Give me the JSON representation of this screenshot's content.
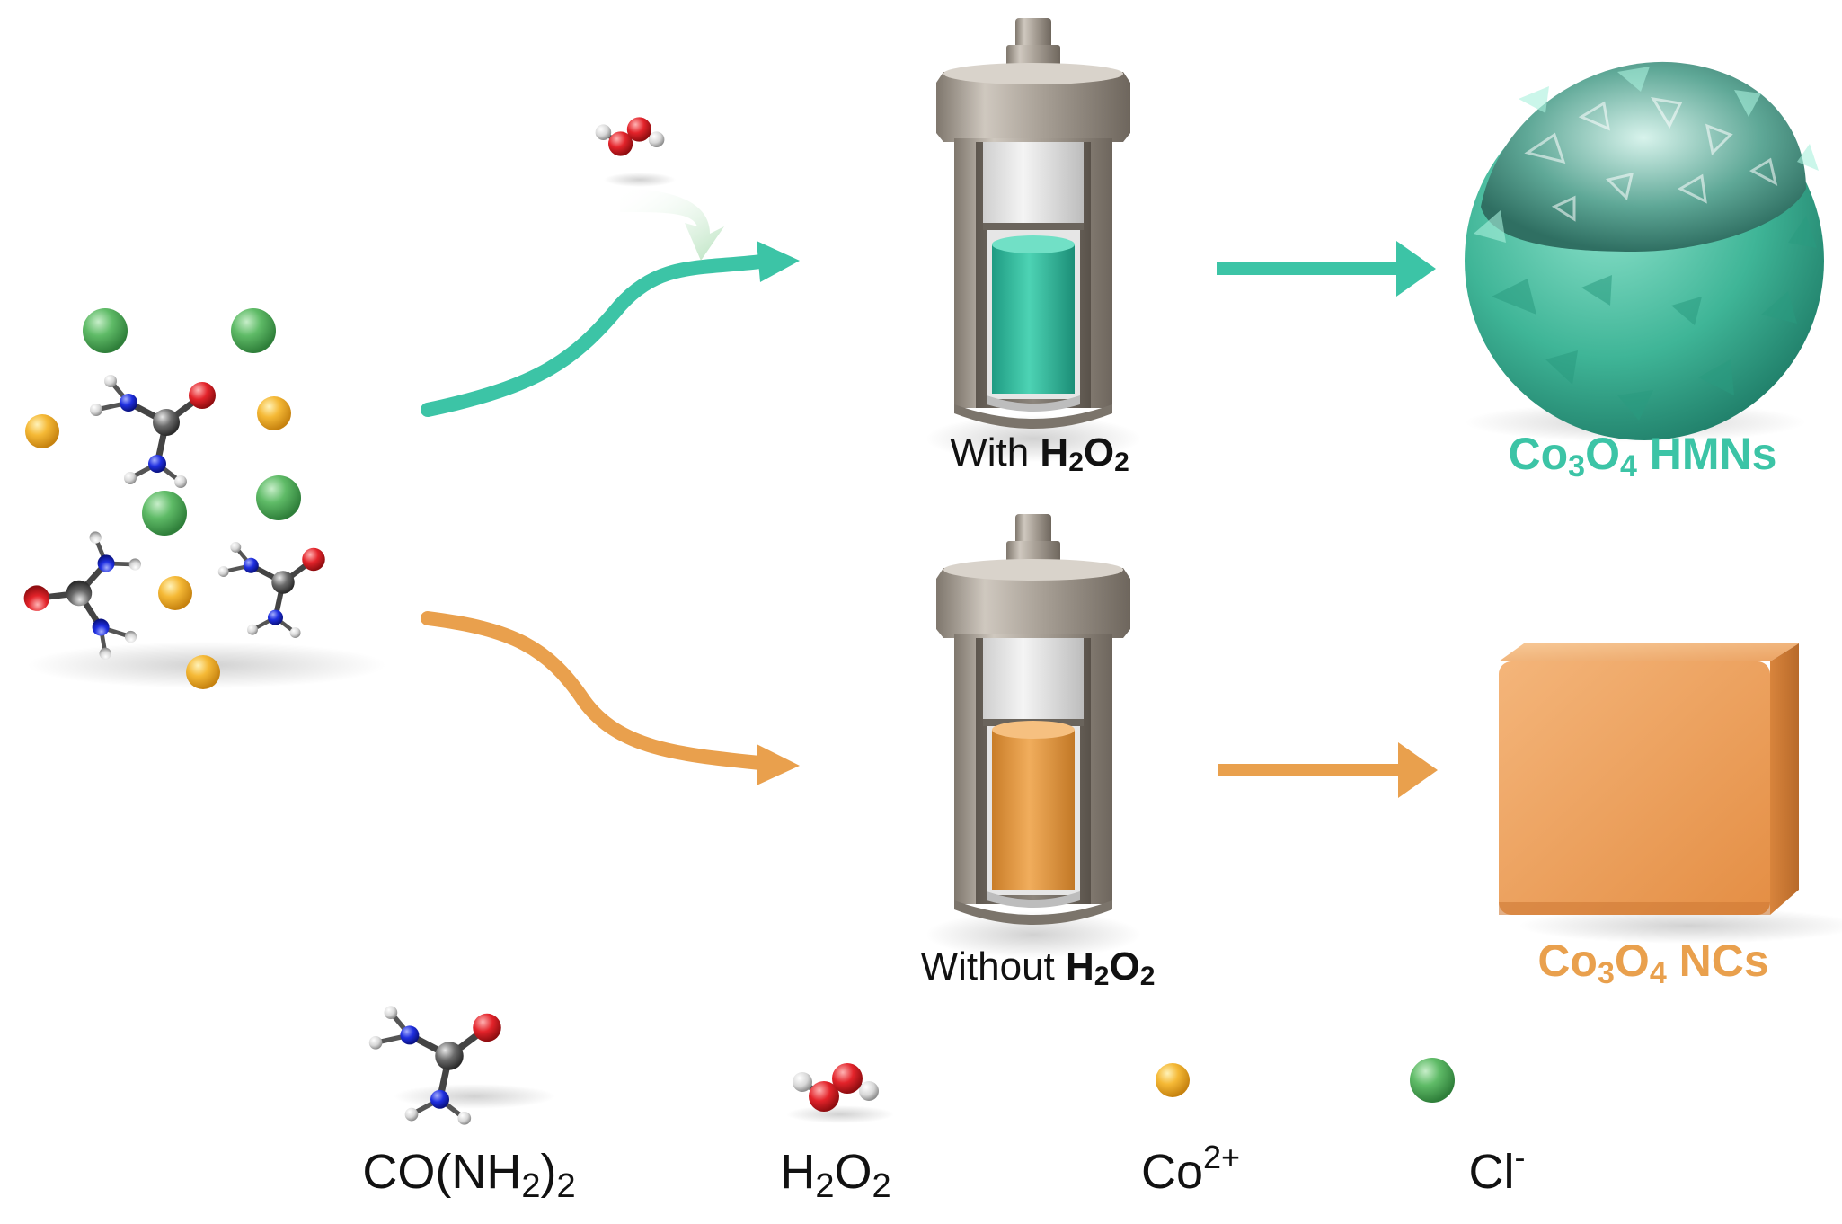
{
  "colors": {
    "teal": "#3cc4a6",
    "orange": "#e9a04d",
    "cobalt_ion": "#f0b02c",
    "chloride_ion": "#4ea957",
    "oxygen": "#d8252a",
    "nitrogen": "#1b2bd6",
    "carbon": "#5a5a5a",
    "hydrogen": "#d9d9d9",
    "steel": "#a79f95"
  },
  "top_route": {
    "reactor_label_prefix": "With ",
    "reactor_label_bold": "H",
    "reactor_label_bold_sub": "2",
    "reactor_label_bold_2": "O",
    "reactor_label_bold_sub_2": "2",
    "product_label_a": "Co",
    "product_label_sub_a": "3",
    "product_label_b": "O",
    "product_label_sub_b": "4",
    "product_label_c": " HMNs",
    "reactor_fill": "teal-icon"
  },
  "bottom_route": {
    "reactor_label_prefix": "Without ",
    "reactor_label_bold": "H",
    "reactor_label_bold_sub": "2",
    "reactor_label_bold_2": "O",
    "reactor_label_bold_sub_2": "2",
    "product_label_a": "Co",
    "product_label_sub_a": "3",
    "product_label_b": "O",
    "product_label_sub_b": "4",
    "product_label_c": " NCs",
    "reactor_fill": "orange-icon"
  },
  "legend": {
    "urea_a": "CO(NH",
    "urea_sub": "2",
    "urea_b": ")",
    "urea_sub2": "2",
    "h2o2_a": "H",
    "h2o2_sub": "2",
    "h2o2_b": "O",
    "h2o2_sub2": "2",
    "cobalt_a": "Co",
    "cobalt_sup": "2+",
    "chloride_a": "Cl",
    "chloride_sup": "-"
  },
  "icons": [
    "urea-molecule-icon",
    "h2o2-molecule-icon",
    "cobalt-ion-icon",
    "chloride-ion-icon",
    "autoclave-icon",
    "hollow-sphere-icon",
    "cube-icon",
    "arrow-icon"
  ]
}
